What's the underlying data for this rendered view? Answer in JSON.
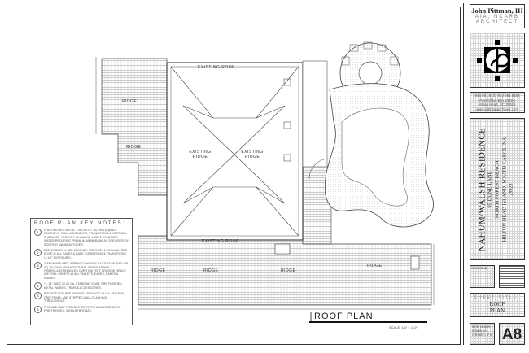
{
  "drawing": {
    "labels": {
      "existing_roof_top": "EXISTING ROOF",
      "existing_roof_bottom": "EXISTING ROOF",
      "existing_ridge_1": "EXISTING RIDGE",
      "existing_ridge_2": "EXISTING RIDGE",
      "ridge_left_upper": "RIDGE",
      "ridge_left_lower": "RIDGE",
      "ridge_bottom_1": "RIDGE",
      "ridge_bottom_2": "RIDGE",
      "ridge_bottom_3": "RIDGE",
      "ridge_right": "RIDGE"
    },
    "plan_title": "ROOF PLAN",
    "scale": "SCALE: 1/4\" = 1'-0\""
  },
  "key_notes": {
    "title": "ROOF PLAN KEY NOTES:",
    "items": [
      {
        "num": "1",
        "text": "PRE-FINISHED METAL \"CRICKETS\" AS REQ'D @ ALL CHIMNEYS, WALL ABUTMENTS, TRANSITIONS & VERTICAL SURFACES. OVER P.T. PLYWOOD & SELF-ADHERING WATER-PROOFING PREMIUM MEMBRANE AS SPECIFIED BY ROOFING MANUFACTURER."
      },
      {
        "num": "2",
        "text": "PRE-FORMED & PRE-FINISHED \"BRONZE\" ALUMINUM DRIP EDGE @ ALL EAVES & RAKE CONDITIONS & TRANSITIONS (1-1/2\" EXPOSURE)."
      },
      {
        "num": "3",
        "text": "\"LANDMARK PRO\" ASPHALT SHINGLE BY CERTAINTEED OR EQ. 30 YEAR ARCHITECTURAL GRADE ASPHALT FIBERGLASS SHINGLES OVER 30# FELT. PROVIDE GRACE ICE ROLL SHEETS @ ALL VALLEYS, EAVES, RAKES & RIDGES."
      },
      {
        "num": "4",
        "text": "+/- 16\" WIDE 22-24 Ga. STANDING SEAM, PRE FINISHED METAL PANELS, TRIMS & ACCESSORIES."
      },
      {
        "num": "5",
        "text": "PROVIDE FOR PRE-FINISHED \"BRONZE\" ALUM. VALLEYS, DRIP TRIMS, AND STEPPED WALL FLASHING THROUGHOUT."
      },
      {
        "num": "6",
        "text": "PROVIDE HALF ROUND 6\" GUTTERS & DOWNSPOUTS. PRE-FINISHED, MEDIUM BRONZE."
      }
    ]
  },
  "title_block": {
    "architect_name": "John Pittman, III",
    "credentials": "AIA, NCARB",
    "role": "ARCHITECT",
    "phone": "843.681.8133  843.681.8169",
    "po_box": "Post Office Box 23206",
    "city": "Hilton Head, SC 29925",
    "website": "www.jpittmanarchitect.com",
    "project_name": "NAHUM/WALSH RESIDENCE",
    "address_1": "95 DUNE LANE",
    "address_2": "NORTH FOREST BEACH",
    "address_3": "HILTON HEAD ISLAND, SOUTH CAROLINA",
    "zip": "29928",
    "revisions_label": "REVISIONS:",
    "sheet_title_label": "SHEET TITLE:",
    "sheet_title": "ROOF PLAN",
    "date_line": "DATE: 06.30.20",
    "drawn_line": "DRAWN: JG",
    "checked_line": "CHECKED: JP III",
    "sheet_number": "A8"
  }
}
